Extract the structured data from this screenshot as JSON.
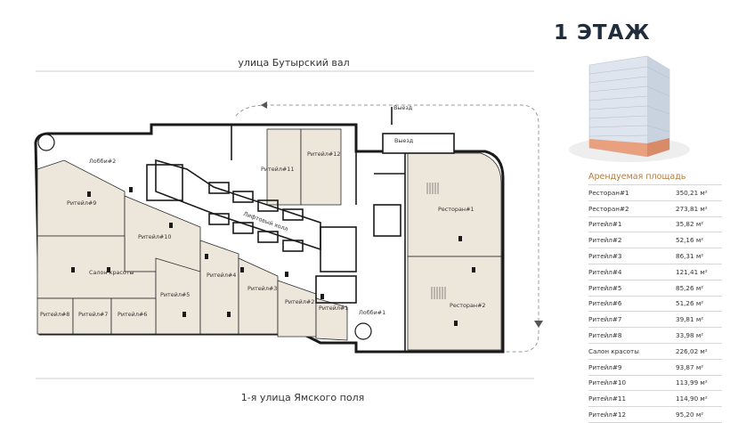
{
  "header": {
    "floor_title": "1 ЭТАЖ"
  },
  "streets": {
    "top": "улица Бутырский вал",
    "bottom": "1-я улица Ямского поля"
  },
  "plan_labels": {
    "exit1": "Выезд",
    "exit2": "Выезд",
    "lobby2": "Лобби#2",
    "lobby1": "Лобби#1",
    "lift_hall": "Лифтовый холл",
    "salon": "Салон красоты",
    "retail1": "Ритейл#1",
    "retail2": "Ритейл#2",
    "retail3": "Ритейл#3",
    "retail4": "Ритейл#4",
    "retail5": "Ритейл#5",
    "retail6": "Ритейл#6",
    "retail7": "Ритейл#7",
    "retail8": "Ритейл#8",
    "retail9": "Ритейл#9",
    "retail10": "Ритейл#10",
    "retail11": "Ритейл#11",
    "retail12": "Ритейл#12",
    "restaurant1": "Ресторан#1",
    "restaurant2": "Ресторан#2"
  },
  "area_table": {
    "heading": "Арендуемая площадь",
    "rows": [
      {
        "name": "Ресторан#1",
        "value": "350,21 м²"
      },
      {
        "name": "Ресторан#2",
        "value": "273,81 м²"
      },
      {
        "name": "Ритейл#1",
        "value": "35,82 м²"
      },
      {
        "name": "Ритейл#2",
        "value": "52,16 м²"
      },
      {
        "name": "Ритейл#3",
        "value": "86,31 м²"
      },
      {
        "name": "Ритейл#4",
        "value": "121,41 м²"
      },
      {
        "name": "Ритейл#5",
        "value": "85,26 м²"
      },
      {
        "name": "Ритейл#6",
        "value": "51,26 м²"
      },
      {
        "name": "Ритейл#7",
        "value": "39,81 м²"
      },
      {
        "name": "Ритейл#8",
        "value": "33,98 м²"
      },
      {
        "name": "Салон красоты",
        "value": "226,02 м²"
      },
      {
        "name": "Ритейл#9",
        "value": "93,87 м²"
      },
      {
        "name": "Ритейл#10",
        "value": "113,99 м²"
      },
      {
        "name": "Ритейл#11",
        "value": "114,90 м²"
      },
      {
        "name": "Ритейл#12",
        "value": "95,20 м²"
      }
    ]
  },
  "colors": {
    "rental": "#ede6db",
    "walls": "#1a1a1a",
    "accent": "#b07e44",
    "building_base": "#e8a07e"
  }
}
